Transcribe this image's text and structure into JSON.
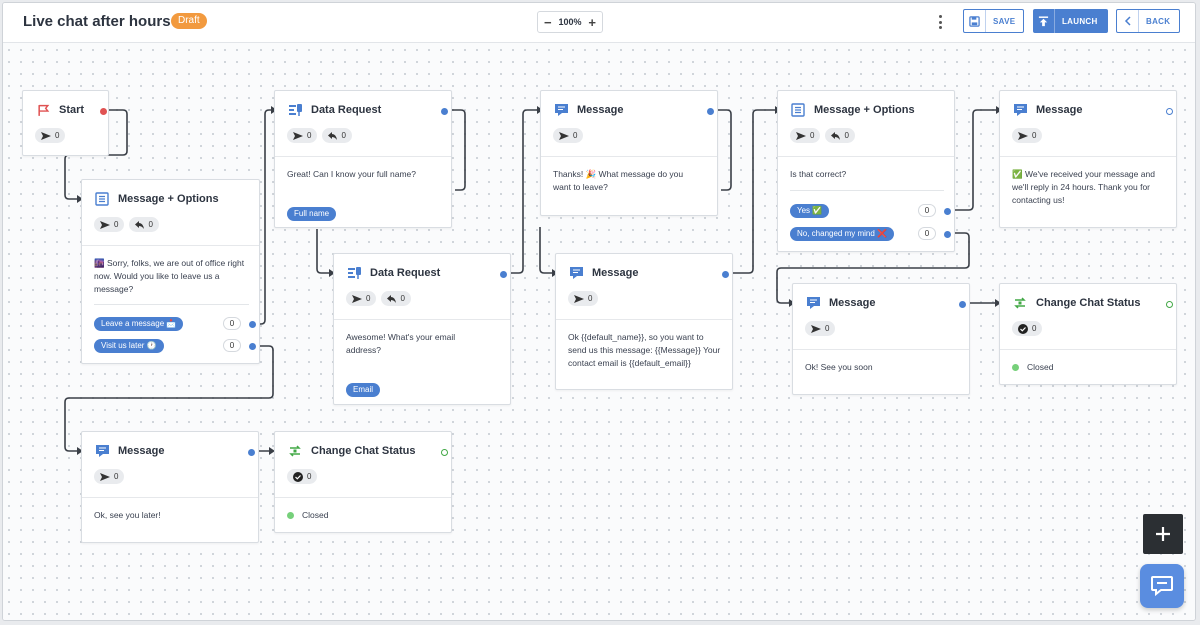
{
  "header": {
    "title": "Live chat after hours",
    "badge": "Draft",
    "zoom": "100%",
    "zoom_out": "−",
    "zoom_in": "+",
    "save": "SAVE",
    "launch": "LAUNCH",
    "back": "BACK"
  },
  "nodes": {
    "start": {
      "title": "Start",
      "sent": "0"
    },
    "mo1": {
      "title": "Message + Options",
      "sent": "0",
      "replies": "0",
      "text": "🌆 Sorry, folks, we are out of office right now. Would you like to leave us a message?",
      "options": [
        {
          "label": "Leave a message 📩",
          "count": "0"
        },
        {
          "label": "Visit us later 🕐",
          "count": "0"
        }
      ]
    },
    "dr1": {
      "title": "Data Request",
      "sent": "0",
      "replies": "0",
      "text": "Great! Can I know your full name?",
      "field": "Full name"
    },
    "dr2": {
      "title": "Data Request",
      "sent": "0",
      "replies": "0",
      "text": "Awesome! What's your email address?",
      "field": "Email"
    },
    "msg1": {
      "title": "Message",
      "sent": "0",
      "text": "Thanks! 🎉 What message do you want to leave?"
    },
    "msg2": {
      "title": "Message",
      "sent": "0",
      "text": "Ok {{default_name}}, so you want to send us this message: {{Message}} Your contact email is {{default_email}}"
    },
    "mo2": {
      "title": "Message + Options",
      "sent": "0",
      "replies": "0",
      "text": "Is that correct?",
      "options": [
        {
          "label": "Yes ✅",
          "count": "0"
        },
        {
          "label": "No, changed my mind ❌",
          "count": "0"
        }
      ]
    },
    "msg3": {
      "title": "Message",
      "sent": "0",
      "text": "✅ We've received your message and we'll reply in 24 hours. Thank you for contacting us!"
    },
    "msg4": {
      "title": "Message",
      "sent": "0",
      "text": "Ok! See you soon"
    },
    "ccs1": {
      "title": "Change Chat Status",
      "count": "0",
      "status": "Closed"
    },
    "msg5": {
      "title": "Message",
      "sent": "0",
      "text": "Ok, see you later!"
    },
    "ccs2": {
      "title": "Change Chat Status",
      "count": "0",
      "status": "Closed"
    }
  },
  "colors": {
    "accent": "#4a7fd0",
    "draft": "#f29a3f",
    "start": "#e05252",
    "status_green": "#42a846"
  }
}
